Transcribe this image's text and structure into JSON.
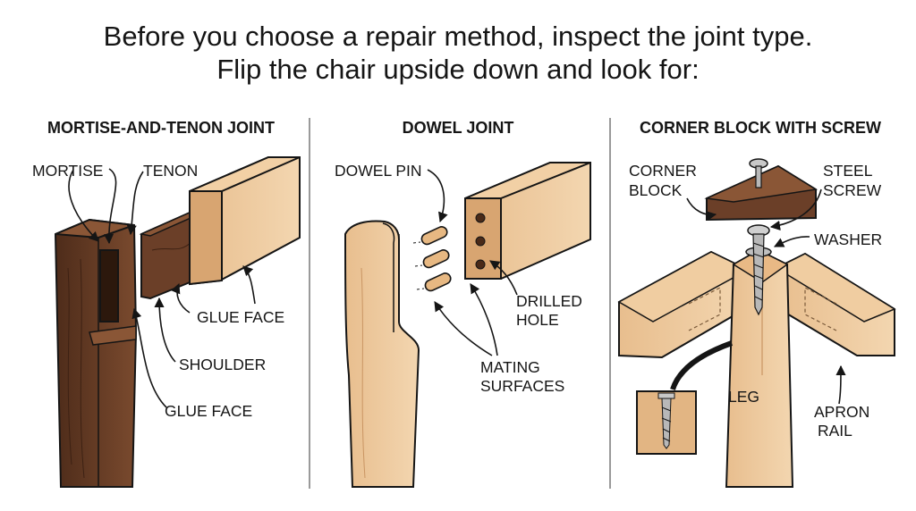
{
  "headline": {
    "line1": "Before you choose a repair method, inspect the joint type.",
    "line2": "Flip the chair upside down and look for:"
  },
  "colors": {
    "dark_wood": "#6b3f28",
    "dark_wood_shade": "#4a2a18",
    "light_wood": "#e2b583",
    "light_wood_shade": "#c99563",
    "metal": "#b8b8b8",
    "ink": "#151515",
    "divider": "#9a9a9a"
  },
  "panels": {
    "mortise_tenon": {
      "title": "MORTISE-AND-TENON JOINT",
      "labels": {
        "mortise": "MORTISE",
        "tenon": "TENON",
        "glue_face_upper": "GLUE FACE",
        "shoulder": "SHOULDER",
        "glue_face_lower": "GLUE FACE"
      }
    },
    "dowel": {
      "title": "DOWEL JOINT",
      "labels": {
        "dowel_pin": "DOWEL PIN",
        "drilled_hole_1": "DRILLED",
        "drilled_hole_2": "HOLE",
        "mating_surfaces_1": "MATING",
        "mating_surfaces_2": "SURFACES"
      }
    },
    "corner_block": {
      "title": "CORNER BLOCK WITH SCREW",
      "labels": {
        "corner_block_1": "CORNER",
        "corner_block_2": "BLOCK",
        "steel_screw_1": "STEEL",
        "steel_screw_2": "SCREW",
        "washer": "WASHER",
        "leg": "LEG",
        "apron_rail_1": "APRON",
        "apron_rail_2": "RAIL"
      }
    }
  }
}
